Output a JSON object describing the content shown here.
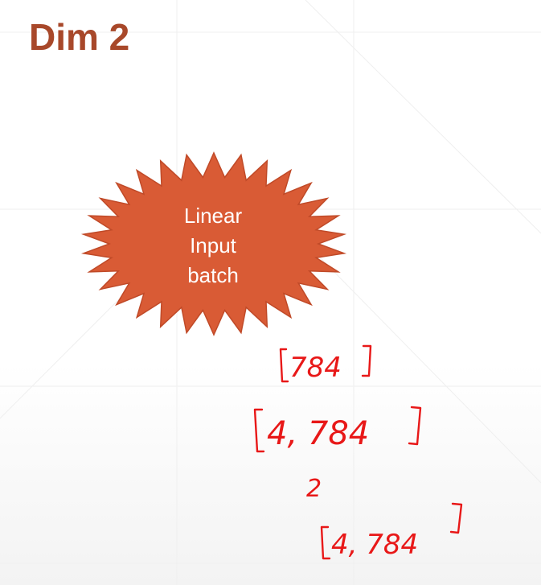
{
  "slide": {
    "title": "Dim 2"
  },
  "burst": {
    "label_lines": [
      "Linear",
      "Input",
      "batch"
    ],
    "fill_color": "#d95b35",
    "stroke_color": "#c04a28"
  },
  "annotations": {
    "shape_1d_inner": "784",
    "shape_2d_inner": "4,  784",
    "dim_number": "2",
    "shape_2d_repeat_inner": "4, 784",
    "ink_color": "#e81818"
  },
  "colors": {
    "title": "#a8482a",
    "background": "#ffffff"
  }
}
